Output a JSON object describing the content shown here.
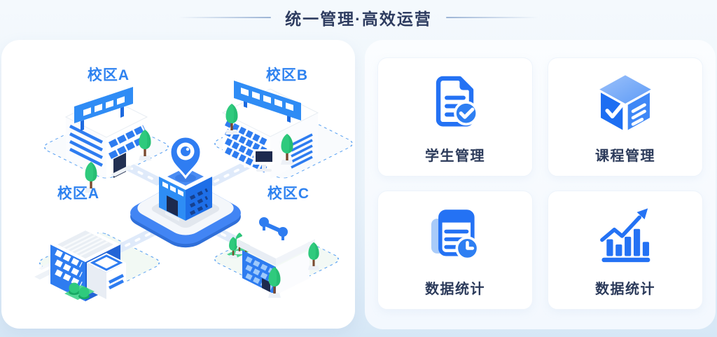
{
  "header": {
    "title": "统一管理·高效运营"
  },
  "map_panel": {
    "description": "isometric campus network illustration",
    "campus_labels": [
      {
        "id": "top-left",
        "label": "校区A"
      },
      {
        "id": "top-right",
        "label": "校区B"
      },
      {
        "id": "bottom-left",
        "label": "校区A"
      },
      {
        "id": "bottom-right",
        "label": "校区C"
      }
    ],
    "center_icon": "location-pin-icon"
  },
  "feature_cards": [
    {
      "label": "学生管理",
      "icon": "document-check-icon"
    },
    {
      "label": "课程管理",
      "icon": "course-cube-icon"
    },
    {
      "label": "数据统计",
      "icon": "report-clock-icon"
    },
    {
      "label": "数据统计",
      "icon": "bar-chart-icon"
    }
  ],
  "colors": {
    "primary_blue": "#2B7BF4",
    "icon_blue": "#2472F4",
    "title_navy": "#2E3C60",
    "campus_label_blue": "#2E82F0",
    "tree_green": "#2FCA7D",
    "page_bg_bottom": "#D6E7F6",
    "panel_white": "#FFFFFF",
    "road_blue": "#DFEAFA"
  }
}
